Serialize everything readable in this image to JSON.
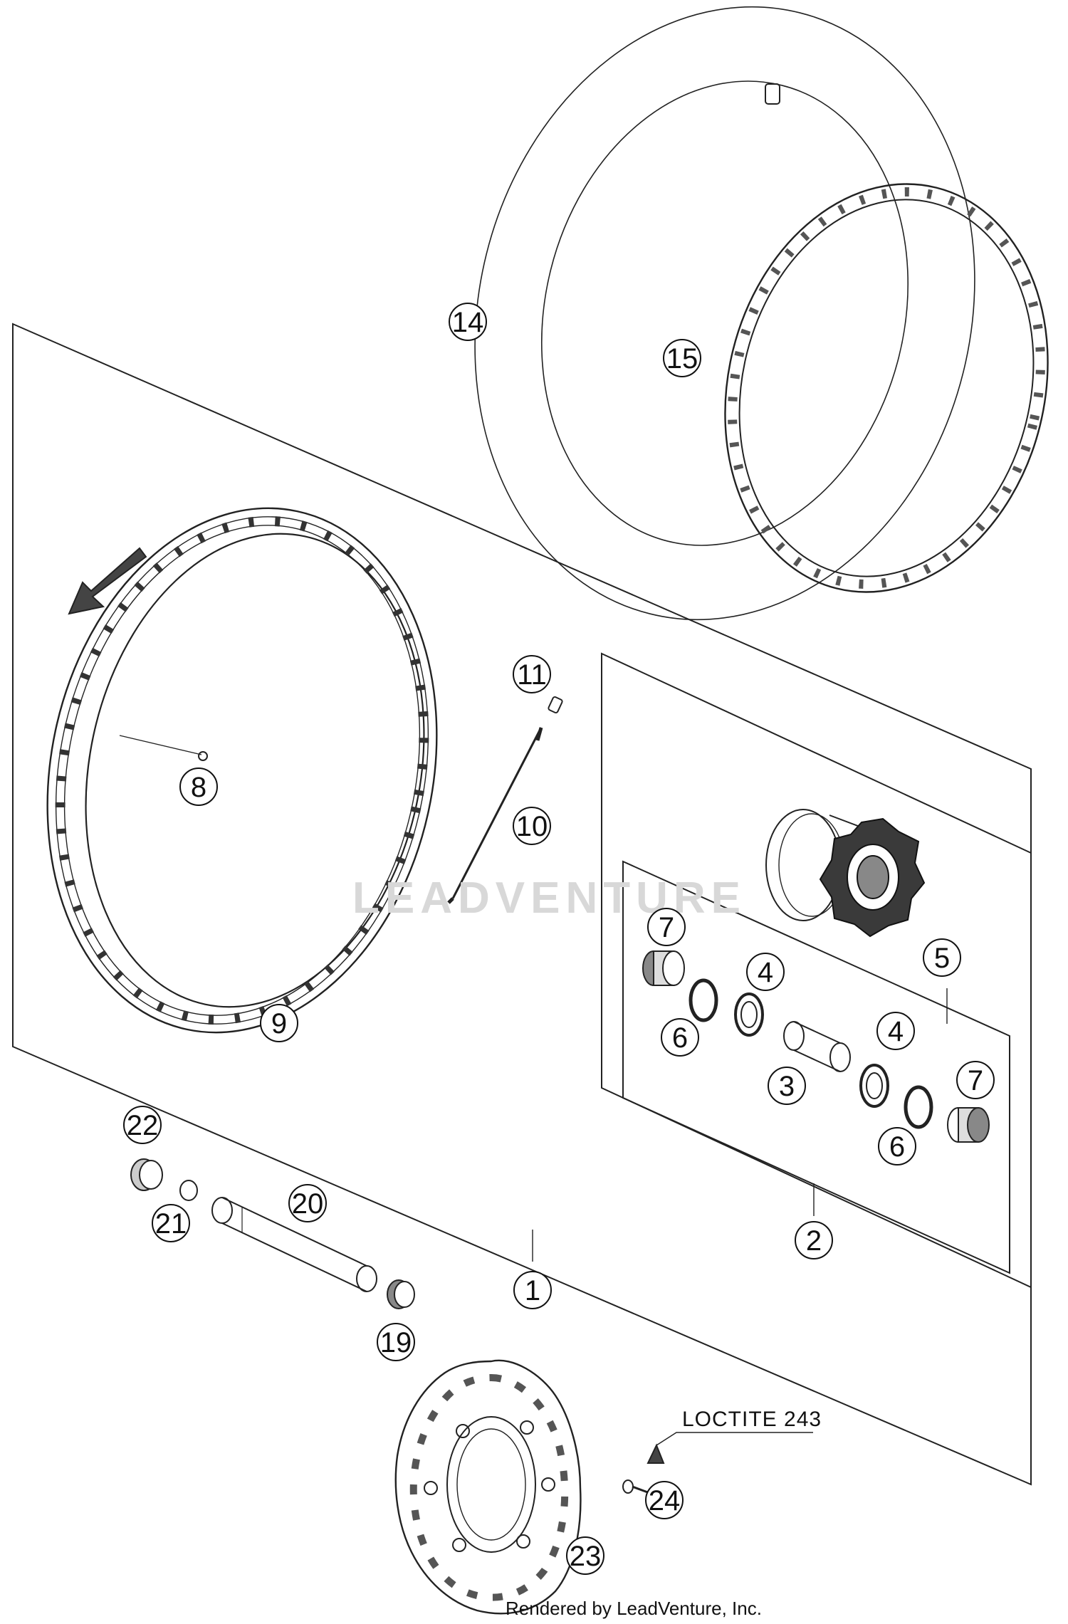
{
  "callouts": [
    {
      "id": "14",
      "label": "14"
    },
    {
      "id": "15",
      "label": "15"
    },
    {
      "id": "11",
      "label": "11"
    },
    {
      "id": "8",
      "label": "8"
    },
    {
      "id": "10",
      "label": "10"
    },
    {
      "id": "7a",
      "label": "7"
    },
    {
      "id": "5",
      "label": "5"
    },
    {
      "id": "4a",
      "label": "4"
    },
    {
      "id": "6a",
      "label": "6"
    },
    {
      "id": "9",
      "label": "9"
    },
    {
      "id": "4b",
      "label": "4"
    },
    {
      "id": "3",
      "label": "3"
    },
    {
      "id": "7b",
      "label": "7"
    },
    {
      "id": "6b",
      "label": "6"
    },
    {
      "id": "22",
      "label": "22"
    },
    {
      "id": "20",
      "label": "20"
    },
    {
      "id": "21",
      "label": "21"
    },
    {
      "id": "2",
      "label": "2"
    },
    {
      "id": "1",
      "label": "1"
    },
    {
      "id": "19",
      "label": "19"
    },
    {
      "id": "24",
      "label": "24"
    },
    {
      "id": "23",
      "label": "23"
    }
  ],
  "note": {
    "text": "LOCTITE 243"
  },
  "watermark": {
    "text": "LEADVENTURE"
  },
  "footer": {
    "text": "Rendered by LeadVenture, Inc."
  }
}
